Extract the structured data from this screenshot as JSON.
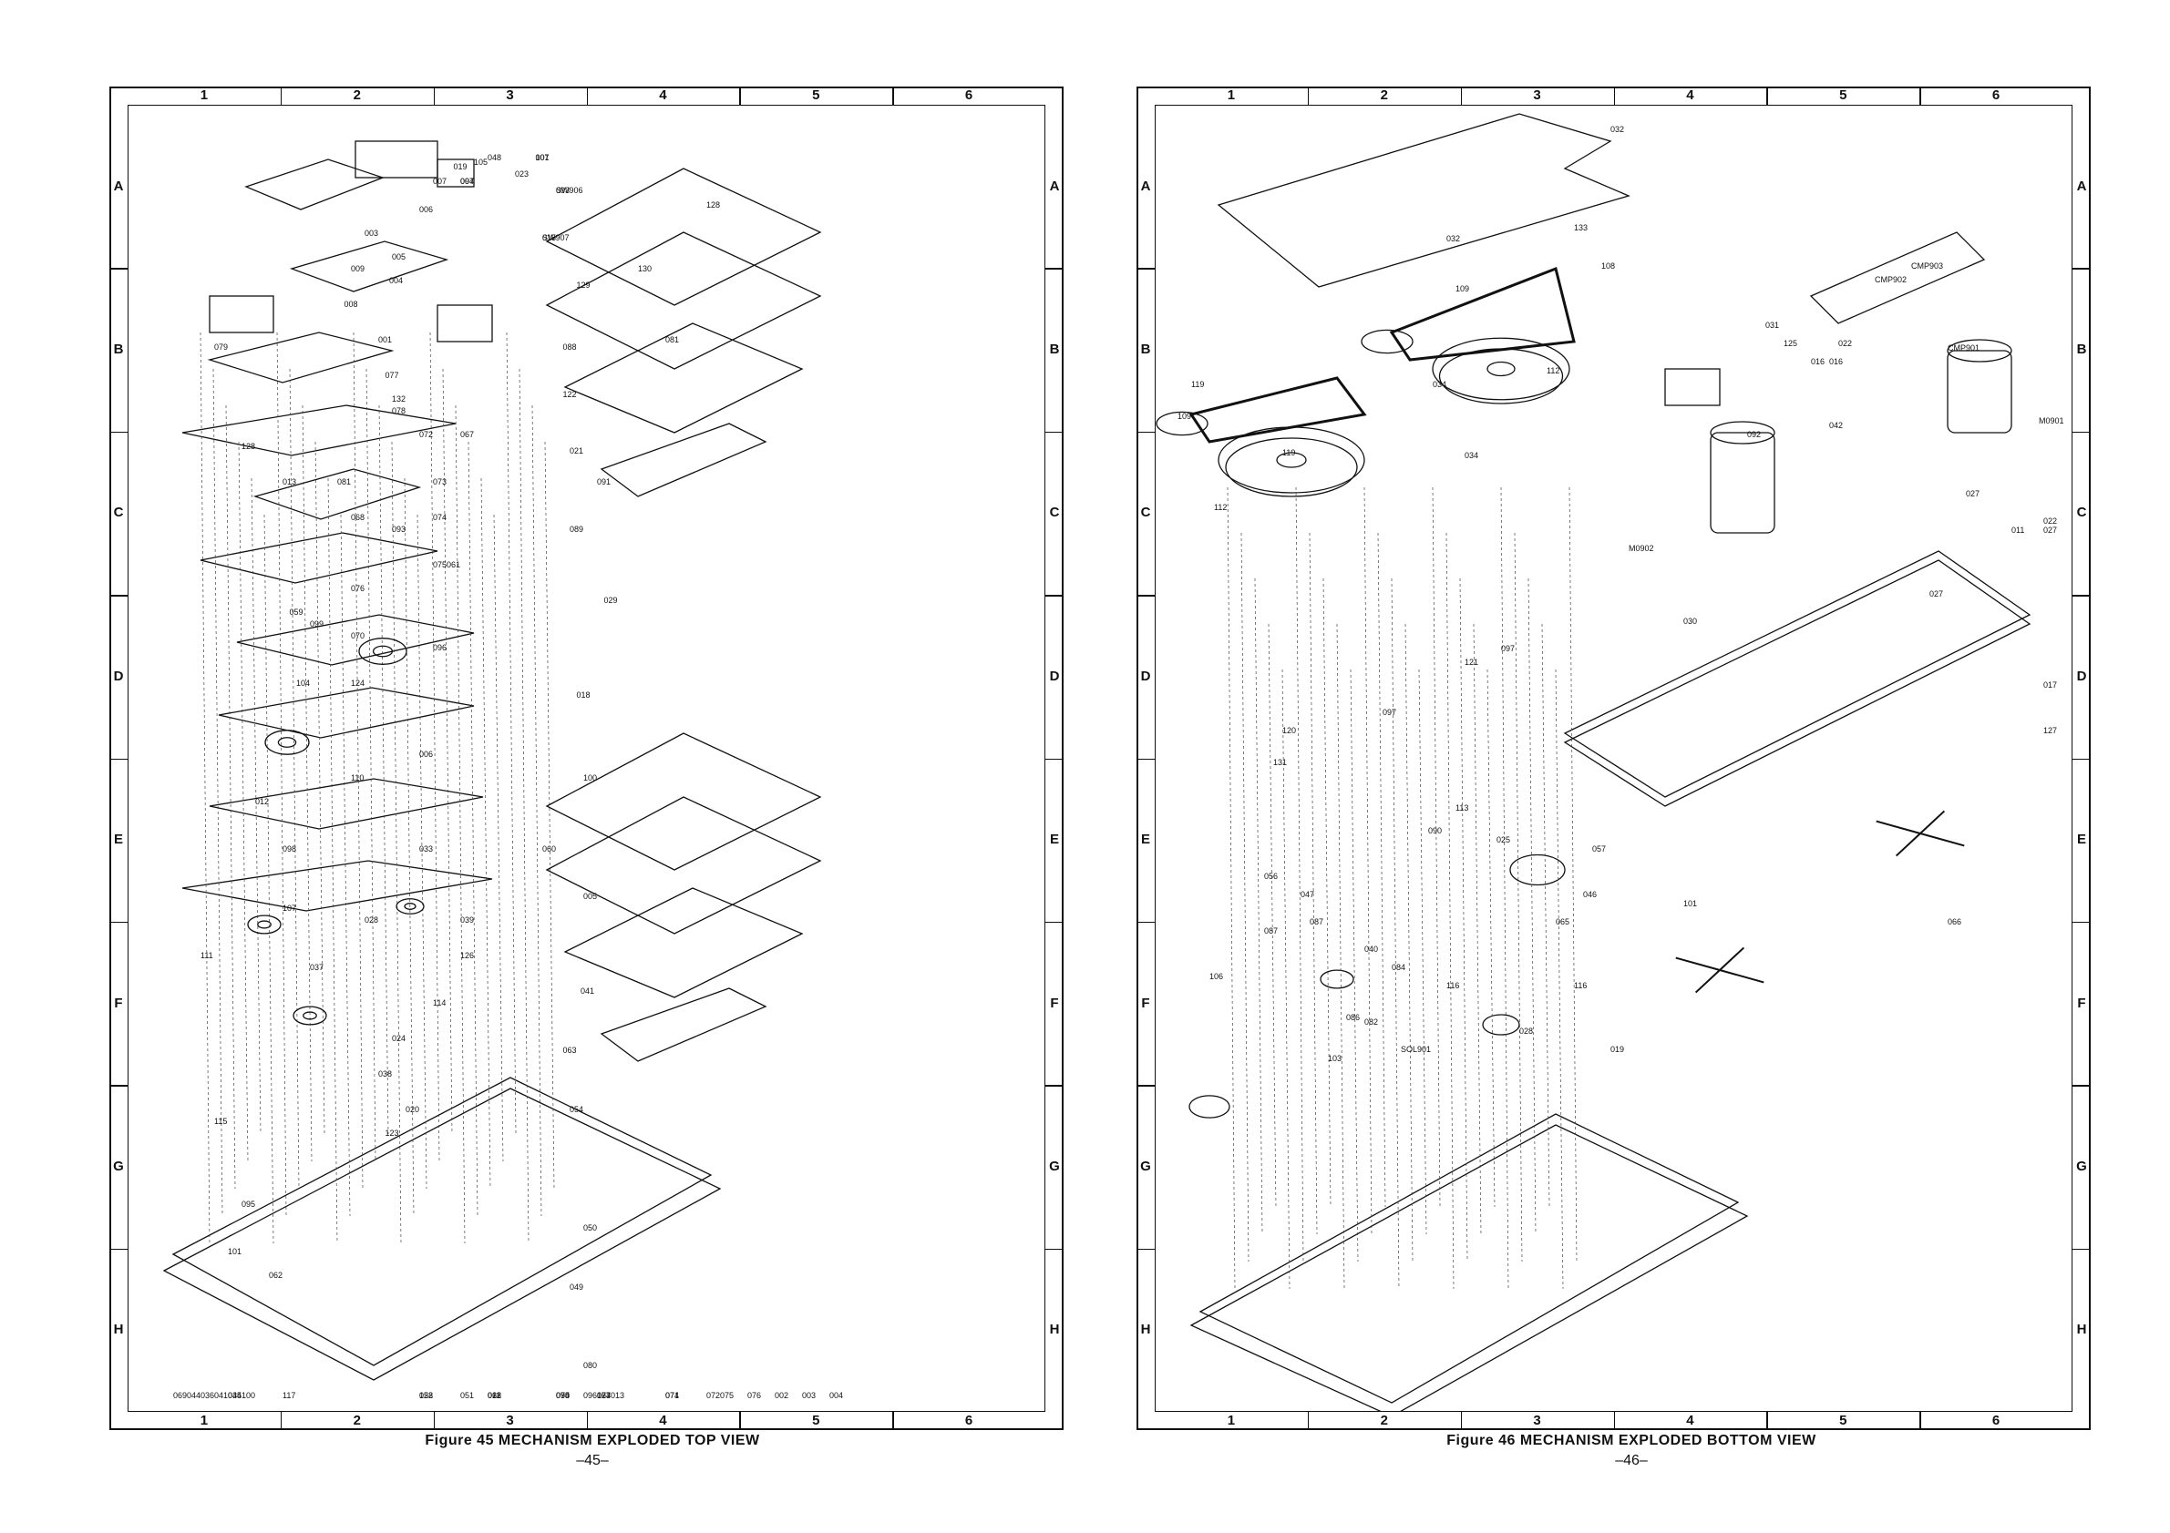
{
  "grid": {
    "columns": [
      "1",
      "2",
      "3",
      "4",
      "5",
      "6"
    ],
    "rows": [
      "A",
      "B",
      "C",
      "D",
      "E",
      "F",
      "G",
      "H"
    ]
  },
  "left_page": {
    "caption": "Figure 45 MECHANISM EXPLODED TOP VIEW",
    "page_number": "–45–",
    "part_labels": [
      "094",
      "107",
      "093",
      "015",
      "128",
      "130",
      "129",
      "081",
      "088",
      "122",
      "021",
      "091",
      "089",
      "029",
      "018",
      "100",
      "060",
      "041",
      "063",
      "054",
      "050",
      "049",
      "080",
      "023",
      "048",
      "105",
      "019",
      "007",
      "006",
      "005",
      "004",
      "003",
      "009",
      "008",
      "001",
      "077",
      "078",
      "072",
      "073",
      "074",
      "075",
      "076",
      "070",
      "124",
      "128",
      "013",
      "068",
      "067",
      "096",
      "079",
      "132",
      "081",
      "093",
      "059",
      "099",
      "061",
      "104",
      "012",
      "098",
      "107",
      "028",
      "037",
      "111",
      "110",
      "033",
      "039",
      "126",
      "114",
      "024",
      "038",
      "020",
      "123",
      "115",
      "095",
      "101",
      "062",
      "036",
      "117",
      "034",
      "044",
      "100",
      "041",
      "069",
      "045",
      "052",
      "022",
      "095",
      "051",
      "011",
      "054",
      "096",
      "067",
      "013",
      "128",
      "068",
      "124",
      "070",
      "071",
      "072",
      "073",
      "074",
      "075",
      "076",
      "002",
      "003",
      "004",
      "005",
      "006",
      "007",
      "001",
      "SW906",
      "SW907"
    ]
  },
  "right_page": {
    "caption": "Figure 46 MECHANISM EXPLODED BOTTOM VIEW",
    "page_number": "–46–",
    "part_labels": [
      "032",
      "032",
      "133",
      "108",
      "109",
      "119",
      "034",
      "112",
      "119",
      "109",
      "034",
      "112",
      "031",
      "125",
      "016",
      "022",
      "016",
      "CMP901",
      "CMP903",
      "CMP902",
      "092",
      "042",
      "M0901",
      "M0902",
      "027",
      "027",
      "011",
      "027",
      "022",
      "030",
      "017",
      "127",
      "066",
      "097",
      "121",
      "097",
      "120",
      "131",
      "113",
      "090",
      "025",
      "057",
      "046",
      "065",
      "056",
      "047",
      "087",
      "087",
      "106",
      "040",
      "084",
      "116",
      "086",
      "103",
      "082",
      "SOL901",
      "028",
      "101",
      "116",
      "019"
    ]
  }
}
